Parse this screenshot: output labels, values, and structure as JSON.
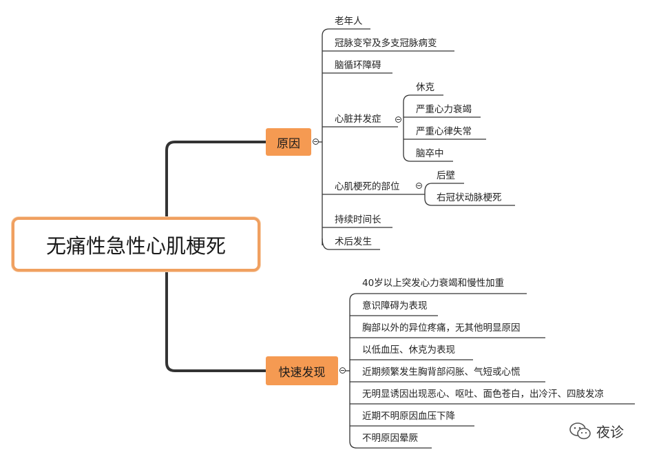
{
  "root": {
    "label": "无痛性急性心肌梗死"
  },
  "branches": {
    "causes": {
      "label": "原因",
      "items": [
        {
          "label": "老年人"
        },
        {
          "label": "冠脉变窄及多支冠脉病变"
        },
        {
          "label": "脑循环障碍"
        },
        {
          "label": "心脏并发症",
          "children": [
            {
              "label": "休克"
            },
            {
              "label": "严重心力衰竭"
            },
            {
              "label": "严重心律失常"
            },
            {
              "label": "脑卒中"
            }
          ]
        },
        {
          "label": "心肌梗死的部位",
          "children": [
            {
              "label": "后壁"
            },
            {
              "label": "右冠状动脉梗死"
            }
          ]
        },
        {
          "label": "持续时间长"
        },
        {
          "label": "术后发生"
        }
      ]
    },
    "detection": {
      "label": "快速发现",
      "items": [
        {
          "label": "40岁以上突发心力衰竭和慢性加重"
        },
        {
          "label": "意识障碍为表现"
        },
        {
          "label": "胸部以外的异位疼痛，无其他明显原因"
        },
        {
          "label": "以低血压、休克为表现"
        },
        {
          "label": "近期频繁发生胸背部闷胀、气短或心慌"
        },
        {
          "label": "无明显诱因出现恶心、呕吐、面色苍白，出冷汗、四肢发凉"
        },
        {
          "label": "近期不明原因血压下降"
        },
        {
          "label": "不明原因晕厥"
        }
      ]
    }
  },
  "watermark": {
    "text": "夜诊",
    "icon": "wechat-icon"
  },
  "colors": {
    "accent": "#f59a52",
    "root_border": "#f0a060",
    "line": "#333333"
  }
}
